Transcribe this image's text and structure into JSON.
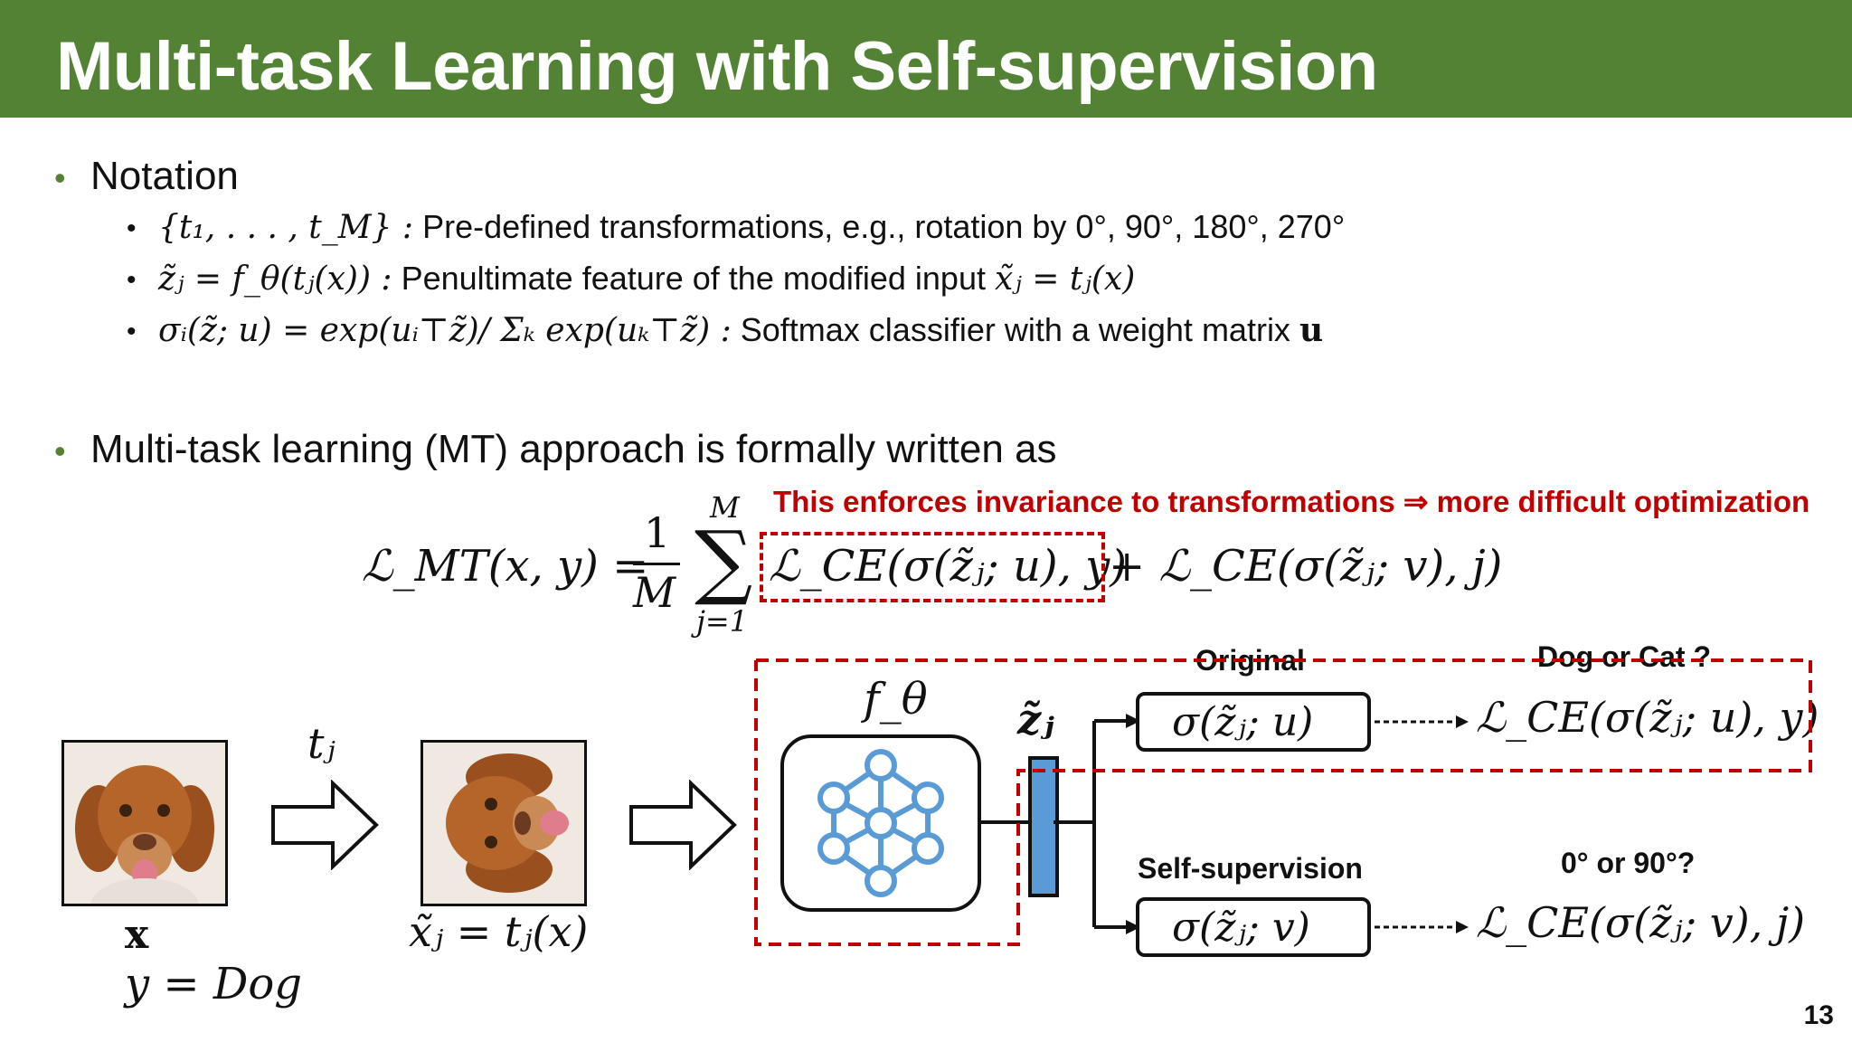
{
  "title": "Multi-task Learning with Self-supervision",
  "notation": {
    "heading": "Notation",
    "items": [
      {
        "math": "{t₁, . . . , t_M} :",
        "text": "Pre-defined transformations, e.g., rotation by 0°, 90°, 180°, 270°"
      },
      {
        "math": "z̃ⱼ = f_θ(tⱼ(x)) :",
        "text": "Penultimate feature of the modified input",
        "math_tail": "x̃ⱼ = tⱼ(x)"
      },
      {
        "math": "σᵢ(z̃; u) = exp(uᵢ⊤z̃)/ Σₖ exp(uₖ⊤z̃) :",
        "text": "Softmax classifier with a weight matrix",
        "math_tail": "u"
      }
    ]
  },
  "mt": {
    "heading": "Multi-task learning (MT) approach is formally written as",
    "note": "This enforces invariance to transformations ⇒ more difficult optimization",
    "equation": {
      "lhs": "ℒ_MT(x, y) =",
      "frac_num": "1",
      "frac_den": "M",
      "sum_top": "M",
      "sum_bottom": "j=1",
      "term1": "ℒ_CE(σ(z̃ⱼ; u), y)",
      "term2": "+ ℒ_CE(σ(z̃ⱼ; v), j)"
    }
  },
  "diagram": {
    "input_label": "x",
    "input_class": "y = Dog",
    "transform_label": "tⱼ",
    "transformed_label": "x̃ⱼ = tⱼ(x)",
    "network_label": "f_θ",
    "feature_label": "z̃ⱼ",
    "branch_top_heading": "Original",
    "branch_top_box": "σ(z̃ⱼ; u)",
    "branch_top_loss": "ℒ_CE(σ(z̃ⱼ; u), y)",
    "branch_top_question": "Dog or Cat ?",
    "branch_bottom_heading": "Self-supervision",
    "branch_bottom_box": "σ(z̃ⱼ; v)",
    "branch_bottom_loss": "ℒ_CE(σ(z̃ⱼ; v), j)",
    "branch_bottom_question": "0° or 90°?"
  },
  "page_number": "13",
  "colors": {
    "title_bar": "#548235",
    "highlight": "#c00000",
    "network": "#5b9bd5"
  }
}
